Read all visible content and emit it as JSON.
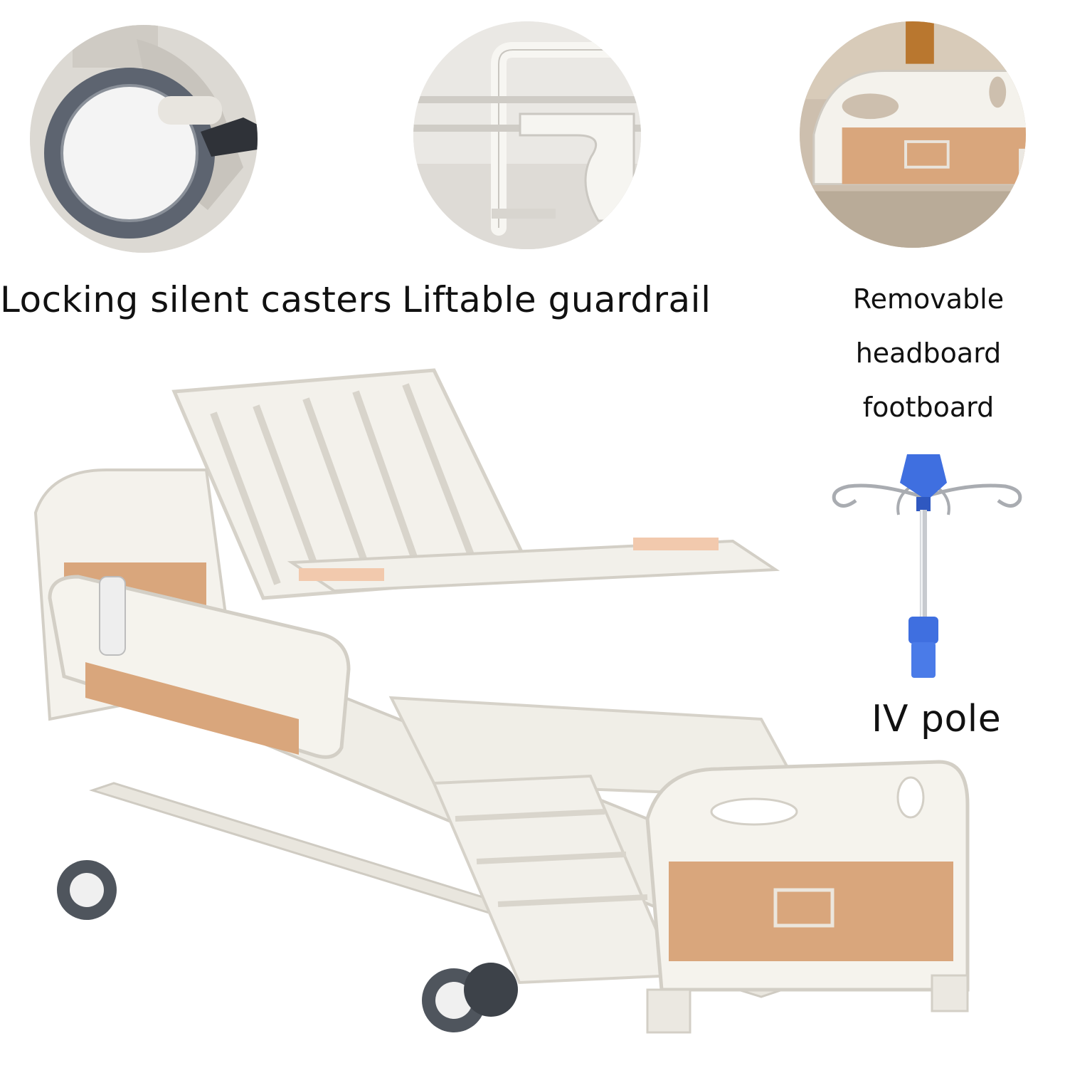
{
  "features": {
    "casters_label": "Locking silent casters",
    "guardrail_label": "Liftable guardrail",
    "headboard_label_line1": "Removable",
    "headboard_label_line2": "headboard",
    "headboard_label_line3": "footboard",
    "iv_pole_label": "IV pole"
  },
  "colors": {
    "frame_white": "#f1efe8",
    "wood_panel": "#d9a67c",
    "caster_grey": "#5d6470",
    "iv_blue": "#3f6fe0"
  }
}
